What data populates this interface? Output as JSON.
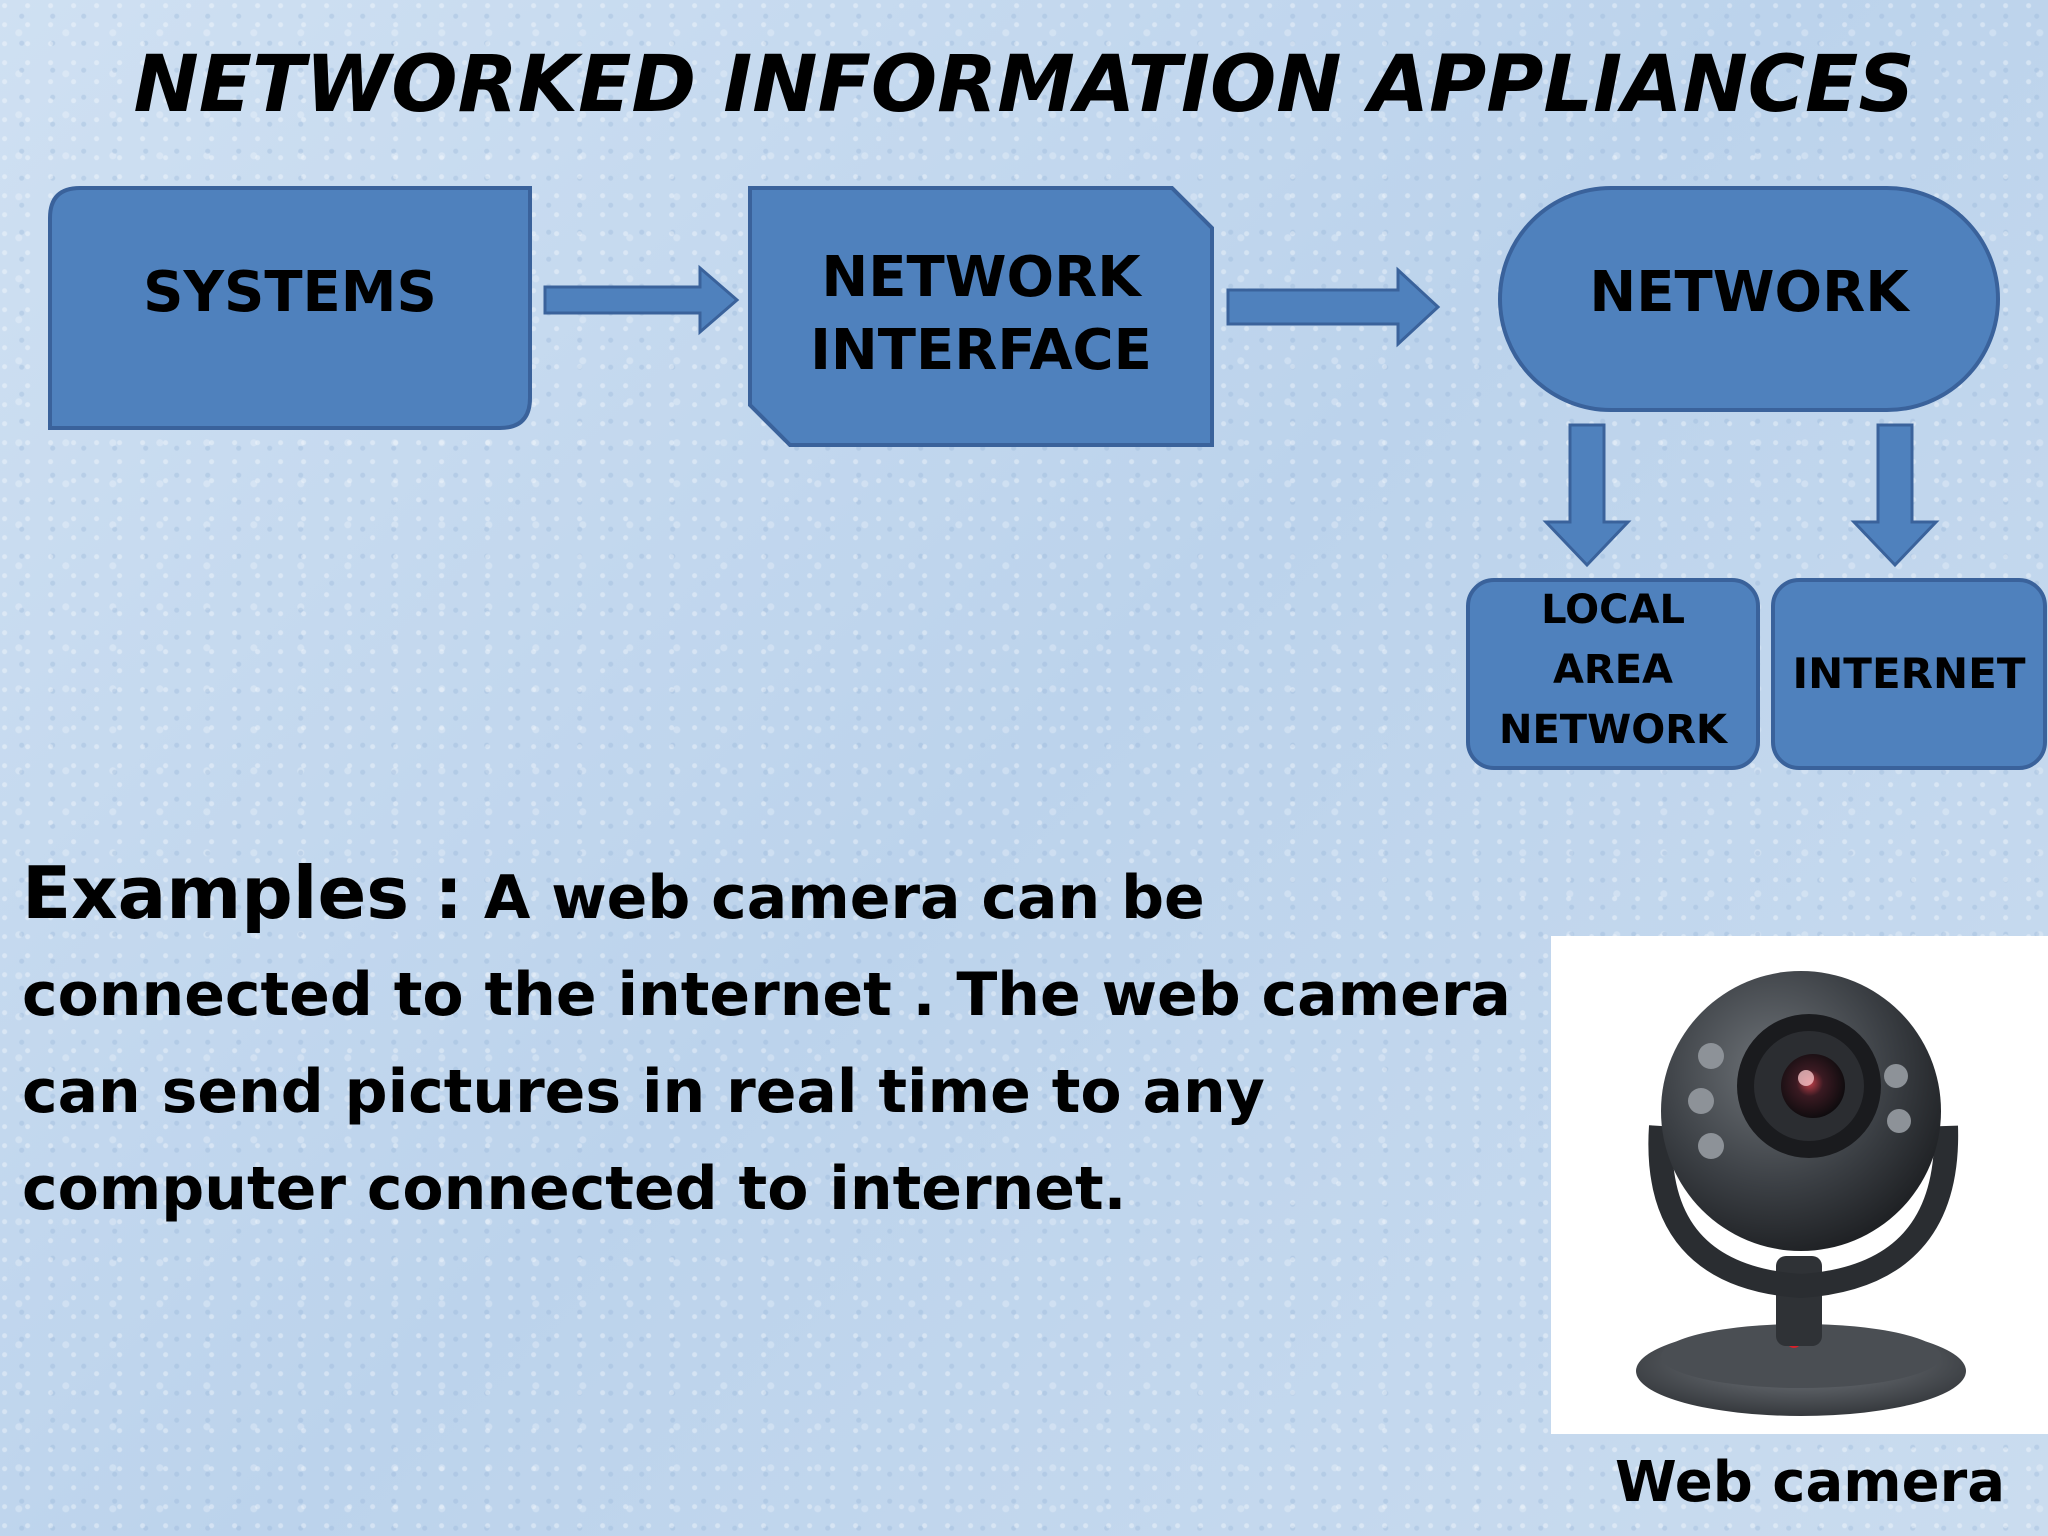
{
  "title": "NETWORKED INFORMATION APPLIANCES",
  "diagram": {
    "systems": "SYSTEMS",
    "network_interface_line1": "NETWORK",
    "network_interface_line2": "INTERFACE",
    "network": "NETWORK",
    "lan_line1": "LOCAL",
    "lan_line2": "AREA",
    "lan_line3": "NETWORK",
    "internet": "INTERNET",
    "colors": {
      "box_fill": "#4f81bd",
      "box_stroke": "#3a629b"
    }
  },
  "examples": {
    "lead": "Examples :",
    "text": " A web camera can be connected to the internet . The web camera can send pictures in real time to any computer connected to internet."
  },
  "photo": {
    "icon": "web-camera-photo"
  },
  "caption": "Web camera"
}
